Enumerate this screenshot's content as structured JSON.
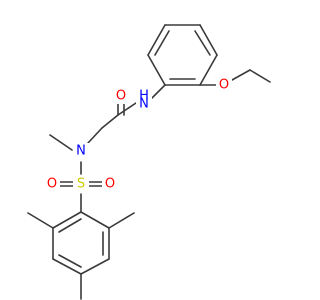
{
  "molecule": {
    "atoms": [
      {
        "id": "O_ether",
        "symbol": "O",
        "color": "#ff0000"
      },
      {
        "id": "N_amide",
        "symbol": "N",
        "h_symbol": "H",
        "color": "#0000ff"
      },
      {
        "id": "O_carbonyl",
        "symbol": "O",
        "color": "#ff0000"
      },
      {
        "id": "N_sulfonamide",
        "symbol": "N",
        "color": "#0000ff"
      },
      {
        "id": "S",
        "symbol": "S",
        "color": "#cccc00"
      },
      {
        "id": "O_sulfonyl_left",
        "symbol": "O",
        "color": "#ff0000"
      },
      {
        "id": "O_sulfonyl_right",
        "symbol": "O",
        "color": "#ff0000"
      }
    ],
    "bond_color": "#3a3a3a"
  }
}
